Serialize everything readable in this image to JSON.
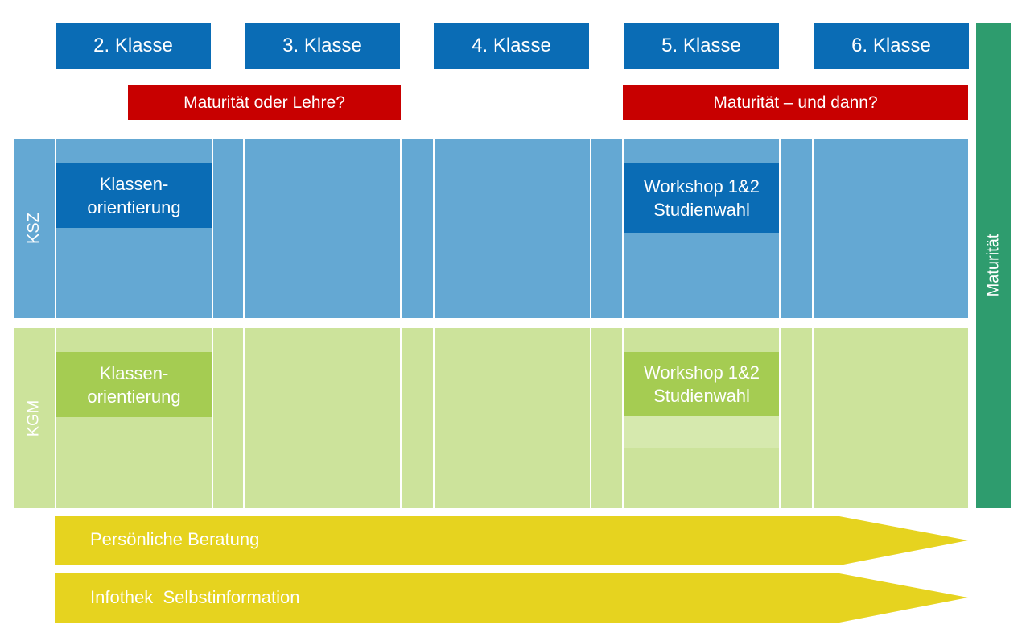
{
  "classes": [
    "2. Klasse",
    "3. Klasse",
    "4. Klasse",
    "5. Klasse",
    "6. Klasse"
  ],
  "banners": {
    "left": "Maturität oder Lehre?",
    "right": "Maturität – und dann?"
  },
  "rows": {
    "ksz": {
      "label": "KSZ",
      "box_left": [
        "Klassen-",
        "orientierung"
      ],
      "box_right": [
        "Workshop 1&2",
        "Studienwahl"
      ]
    },
    "kgm": {
      "label": "KGM",
      "box_left": [
        "Klassen-",
        "orientierung"
      ],
      "box_right": [
        "Workshop 1&2",
        "Studienwahl"
      ]
    }
  },
  "side_label": "Maturität",
  "arrows": {
    "first": "Persönliche Beratung",
    "second": "Infothek  Selbstinformation"
  },
  "colors": {
    "header_blue": "#0a6cb5",
    "banner_red": "#c80000",
    "ksz_row": "#64a8d3",
    "kgm_row": "#cce39b",
    "kgm_box": "#a5cc52",
    "maturitaet_green": "#2e9c6e",
    "arrow_yellow": "#e6d31f"
  }
}
